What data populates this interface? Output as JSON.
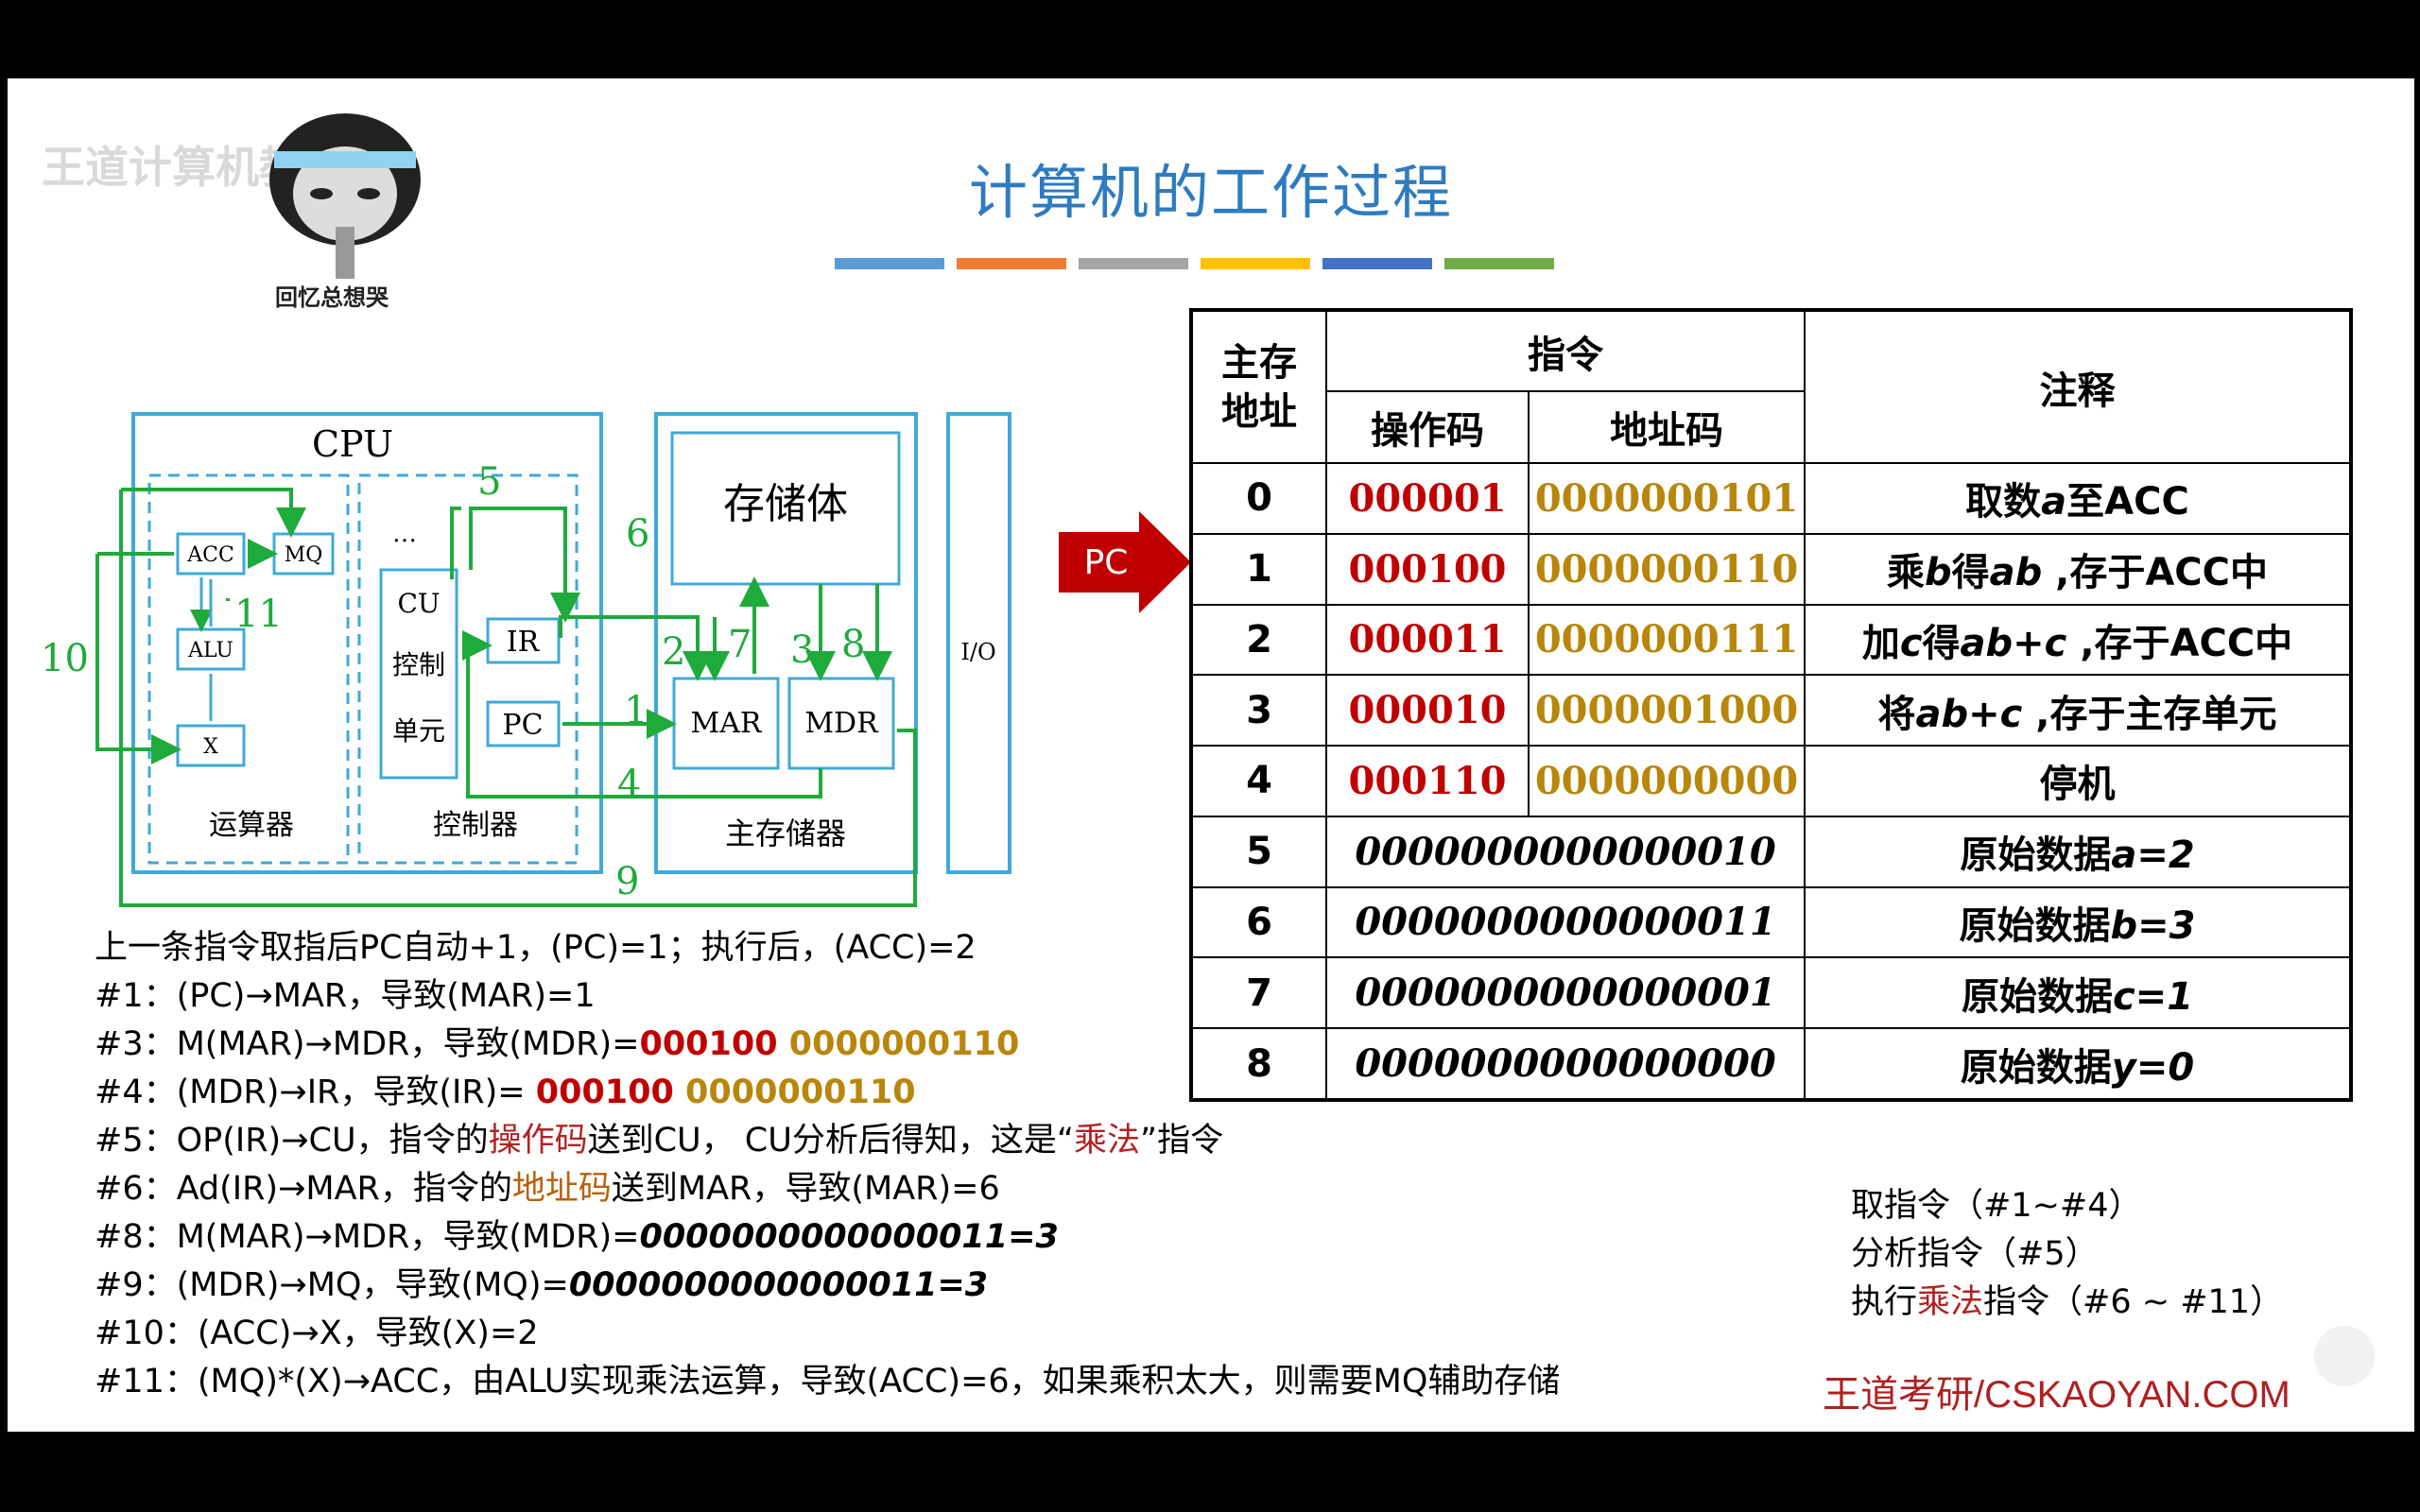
{
  "title": "计算机的工作过程",
  "watermark": "王道计算机教育",
  "meme_caption": "回忆总想哭",
  "colors": {
    "title": "#2e7bbf",
    "diagram": "#3fa9d8",
    "bus": "#1faa3c",
    "red": "#c00000",
    "gold": "#b8860b",
    "footer": "#b02020"
  },
  "color_bars": [
    "#5b9bd5",
    "#ed7d31",
    "#a5a5a5",
    "#ffc000",
    "#4472c4",
    "#70ad47"
  ],
  "diagram": {
    "cpu": "CPU",
    "acc": "ACC",
    "mq": "MQ",
    "alu": "ALU",
    "x": "X",
    "alu_unit": "运算器",
    "cu": "CU",
    "cu2": "控制",
    "cu3": "单元",
    "dots": "…",
    "ir": "IR",
    "pc": "PC",
    "ctrl_unit": "控制器",
    "storage": "存储体",
    "mar": "MAR",
    "mdr": "MDR",
    "main_mem": "主存储器",
    "io": "I/O",
    "n1": "1",
    "n2": "2",
    "n3": "3",
    "n4": "4",
    "n5": "5",
    "n6": "6",
    "n7": "7",
    "n8": "8",
    "n9": "9",
    "n10": "10",
    "n11": "11"
  },
  "pc_label": "PC",
  "table": {
    "h_addr1": "主存",
    "h_addr2": "地址",
    "h_instr": "指令",
    "h_op": "操作码",
    "h_ad": "地址码",
    "h_note": "注释",
    "rows": [
      {
        "addr": "0",
        "op": "000001",
        "ad": "0000000101",
        "note_a": "取数",
        "note_v": "a",
        "note_b": "至ACC"
      },
      {
        "addr": "1",
        "op": "000100",
        "ad": "0000000110",
        "note_a": "乘",
        "note_v": "b",
        "note_b": "得",
        "note_v2": "ab",
        "note_c": " ,存于ACC中"
      },
      {
        "addr": "2",
        "op": "000011",
        "ad": "0000000111",
        "note_a": "加",
        "note_v": "c",
        "note_b": "得",
        "note_v2": "ab+c",
        "note_c": " ,存于ACC中"
      },
      {
        "addr": "3",
        "op": "000010",
        "ad": "0000001000",
        "note_a": "将",
        "note_v": "ab+c",
        "note_b": " ,存于主存单元"
      },
      {
        "addr": "4",
        "op": "000110",
        "ad": "0000000000",
        "note_a": "停机"
      }
    ],
    "data_rows": [
      {
        "addr": "5",
        "val": "0000000000000010",
        "note": "原始数据",
        "var": "a=2"
      },
      {
        "addr": "6",
        "val": "0000000000000011",
        "note": "原始数据",
        "var": "b=3"
      },
      {
        "addr": "7",
        "val": "0000000000000001",
        "note": "原始数据",
        "var": "c=1"
      },
      {
        "addr": "8",
        "val": "0000000000000000",
        "note": "原始数据",
        "var": "y=0"
      }
    ]
  },
  "steps": {
    "s0": "上一条指令取指后PC自动+1，(PC)=1；执行后，(ACC)=2",
    "s1": "#1：(PC)→MAR，导致(MAR)=1",
    "s3a": "#3：M(MAR)→MDR，导致(MDR)=",
    "s3b": "000100",
    "s3c": " 0000000110",
    "s4a": "#4：(MDR)→IR，导致(IR)= ",
    "s4b": "000100",
    "s4c": " 0000000110",
    "s5a": "#5：OP(IR)→CU，指令的",
    "s5b": "操作码",
    "s5c": "送到CU， CU分析后得知，这是“",
    "s5d": "乘法",
    "s5e": "”指令",
    "s6a": "#6：Ad(IR)→MAR，指令的",
    "s6b": "地址码",
    "s6c": "送到MAR，导致(MAR)=6",
    "s8a": "#8：M(MAR)→MDR，导致(MDR)=",
    "s8b": "0000000000000011=3",
    "s9a": "#9：(MDR)→MQ，导致(MQ)=",
    "s9b": "0000000000000011=3",
    "s10": "#10：(ACC)→X，导致(X)=2",
    "s11": "#11：(MQ)*(X)→ACC，由ALU实现乘法运算，导致(ACC)=6，如果乘积太大，则需要MQ辅助存储"
  },
  "legend": {
    "l1": "取指令（#1~#4）",
    "l2": "分析指令（#5）",
    "l3a": "执行",
    "l3b": "乘法",
    "l3c": "指令（#6 ~ #11）"
  },
  "footer": "王道考研/CSKAOYAN.COM"
}
